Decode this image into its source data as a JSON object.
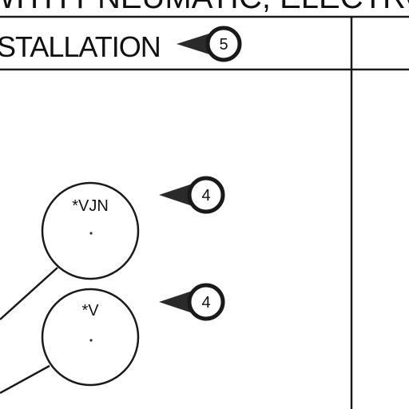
{
  "header": {
    "banner_text": "WITH PNEUMATIC, ELECTRONIC",
    "section_title": "INSTALLATION"
  },
  "title_flag": {
    "number": "5"
  },
  "instruments": [
    {
      "tag": "*VJN",
      "flag_number": "4"
    },
    {
      "tag": "*V",
      "flag_number": "4"
    }
  ]
}
